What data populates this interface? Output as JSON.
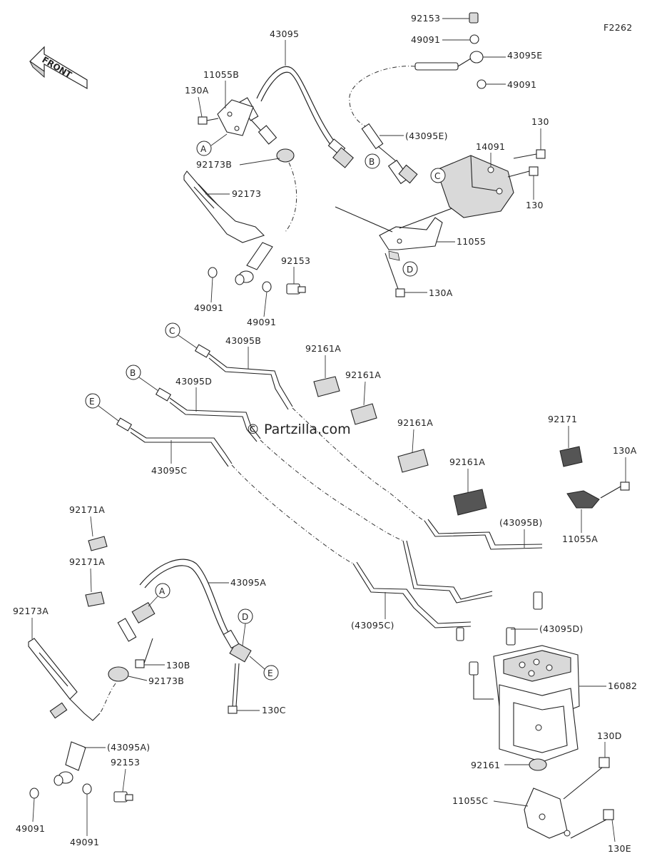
{
  "figure_code": "F2262",
  "front_label": "FRONT",
  "watermark": "© Partzilla.com",
  "callouts": {
    "A": "A",
    "B": "B",
    "C": "C",
    "D": "D",
    "E": "E"
  },
  "labels": {
    "p43095_top": "43095",
    "p11055B": "11055B",
    "p130A_top": "130A",
    "p92173B_top": "92173B",
    "p92173": "92173",
    "p92153_top": "92153",
    "p49091_topA": "49091",
    "p43095E": "43095E",
    "p49091_topB": "49091",
    "p43095E_paren": "(43095E)",
    "p14091": "14091",
    "p130_a": "130",
    "p130_b": "130",
    "p11055": "11055",
    "p130A_mid": "130A",
    "p92153_mid": "92153",
    "p49091_midL": "49091",
    "p49091_midR": "49091",
    "p43095B": "43095B",
    "p43095D": "43095D",
    "p43095C": "43095C",
    "p92161A_1": "92161A",
    "p92161A_2": "92161A",
    "p92161A_3": "92161A",
    "p92161A_4": "92161A",
    "p92171": "92171",
    "p130A_right": "130A",
    "p11055A": "11055A",
    "p43095B_paren": "(43095B)",
    "p92171A_1": "92171A",
    "p92171A_2": "92171A",
    "p43095A": "43095A",
    "p92173A": "92173A",
    "p130B": "130B",
    "p92173B_low": "92173B",
    "p130C": "130C",
    "p43095C_paren": "(43095C)",
    "p43095D_paren": "(43095D)",
    "p16082": "16082",
    "p43095A_paren": "(43095A)",
    "p92153_low": "92153",
    "p49091_lowL": "49091",
    "p49091_lowR": "49091",
    "p130D": "130D",
    "p92161": "92161",
    "p11055C": "11055C",
    "p130E": "130E"
  }
}
